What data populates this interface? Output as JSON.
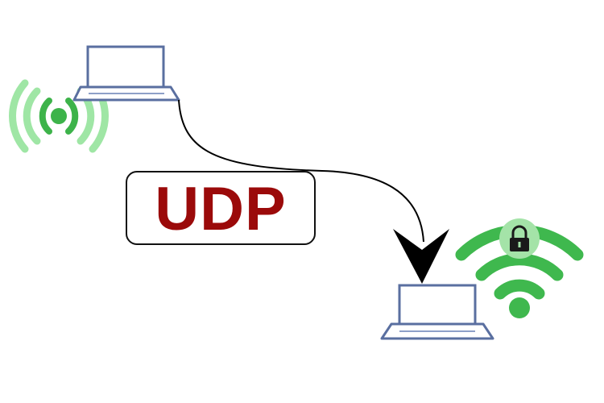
{
  "diagram": {
    "protocol_label": "UDP",
    "nodes": [
      {
        "id": "sender",
        "icon": "laptop-icon",
        "signal": "broadcast-signal-icon"
      },
      {
        "id": "receiver",
        "icon": "laptop-icon",
        "signal": "secure-wifi-icon"
      }
    ],
    "connection": {
      "from": "sender",
      "to": "receiver",
      "style": "curved-arrow"
    },
    "colors": {
      "label_text": "#9b0a0a",
      "laptop_stroke": "#5a6fa0",
      "laptop_fill": "#ffffff",
      "wifi_green": "#3fb84e",
      "signal_light_green": "#9fe6a5",
      "signal_dark_green": "#3db34a",
      "arrow": "#000000"
    }
  }
}
